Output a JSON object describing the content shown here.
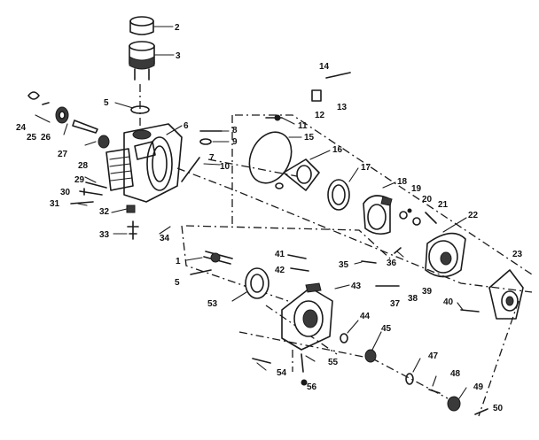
{
  "diagram": {
    "part_numbers": [
      "2",
      "3",
      "5",
      "6",
      "8",
      "9",
      "10",
      "11",
      "12",
      "13",
      "14",
      "15",
      "16",
      "17",
      "18",
      "19",
      "20",
      "21",
      "22",
      "23",
      "24",
      "25",
      "26",
      "27",
      "28",
      "29",
      "30",
      "31",
      "32",
      "33",
      "34",
      "35",
      "36",
      "37",
      "38",
      "39",
      "40",
      "41",
      "42",
      "43",
      "44",
      "45",
      "47",
      "48",
      "49",
      "50",
      "53",
      "54",
      "55",
      "56",
      "1",
      "5",
      "7"
    ]
  }
}
